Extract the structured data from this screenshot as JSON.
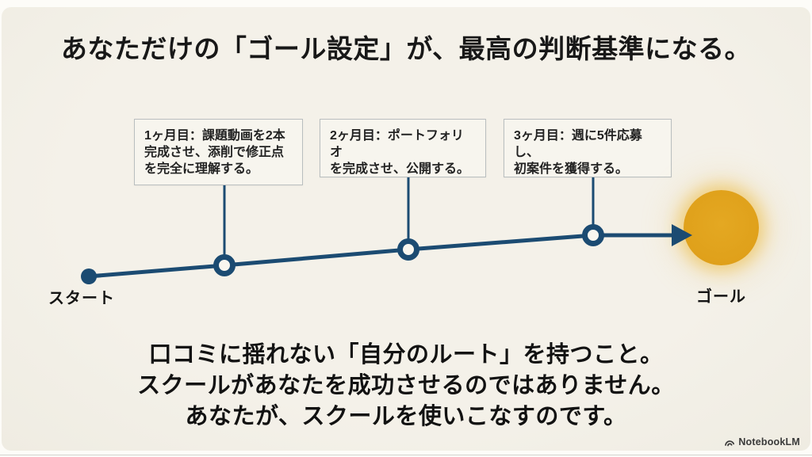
{
  "slide": {
    "title": "あなただけの「ゴール設定」が、最高の判断基準になる。",
    "timeline": {
      "start_label": "スタート",
      "goal_label": "ゴール",
      "milestones": [
        {
          "lines": [
            "1ヶ月目：課題動画を2本",
            "完成させ、添削で修正点",
            "を完全に理解する。"
          ]
        },
        {
          "lines": [
            "2ヶ月目：ポートフォリオ",
            "を完成させ、公開する。"
          ]
        },
        {
          "lines": [
            "3ヶ月目：週に5件応募し、",
            "初案件を獲得する。"
          ]
        }
      ]
    },
    "footer_lines": [
      "口コミに揺れない「自分のルート」を持つこと。",
      "スクールがあなたを成功させるのではありません。",
      "あなたが、スクールを使いこなすのです。"
    ],
    "watermark_label": "NotebookLM",
    "colors": {
      "background_cream": "#F4F1E9",
      "timeline_blue": "#1B4B72",
      "goal_orange": "#DFA01A",
      "box_border_gray": "#B9BEBF",
      "text_black": "#181818"
    }
  }
}
